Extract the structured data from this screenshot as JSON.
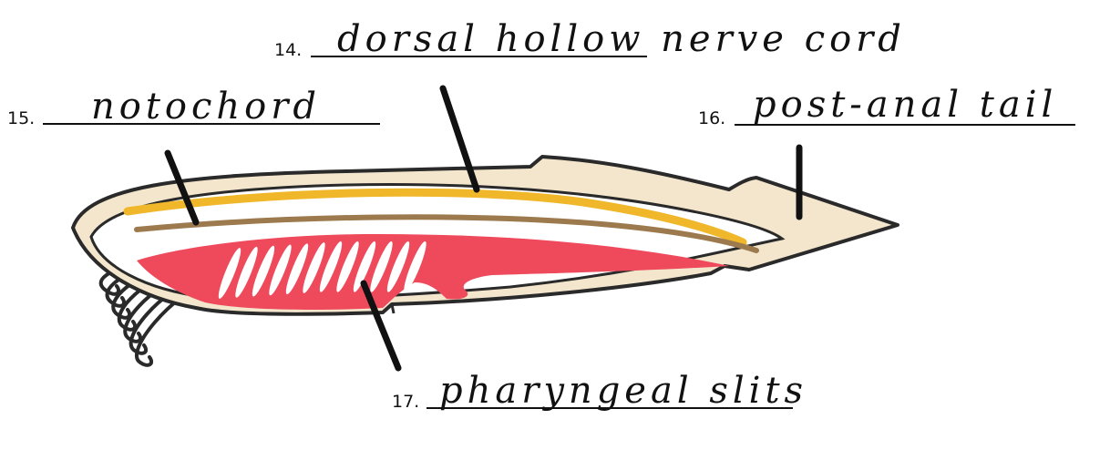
{
  "labels": [
    {
      "id": "14",
      "number": "14.",
      "answer": "dorsal hollow nerve cord"
    },
    {
      "id": "15",
      "number": "15.",
      "answer": "notochord"
    },
    {
      "id": "16",
      "number": "16.",
      "answer": "post-anal tail"
    },
    {
      "id": "17",
      "number": "17.",
      "answer": "pharyngeal slits"
    }
  ],
  "colors": {
    "body_fill": "#f3e6cc",
    "body_outline": "#2a2a2a",
    "nerve_cord": "#f0b72a",
    "notochord": "#9c7a4e",
    "pharynx": "#ee4a5c",
    "slits": "#ffffff",
    "pointer": "#111111"
  },
  "gill_slit_count": 12,
  "tentacle_count": 7
}
